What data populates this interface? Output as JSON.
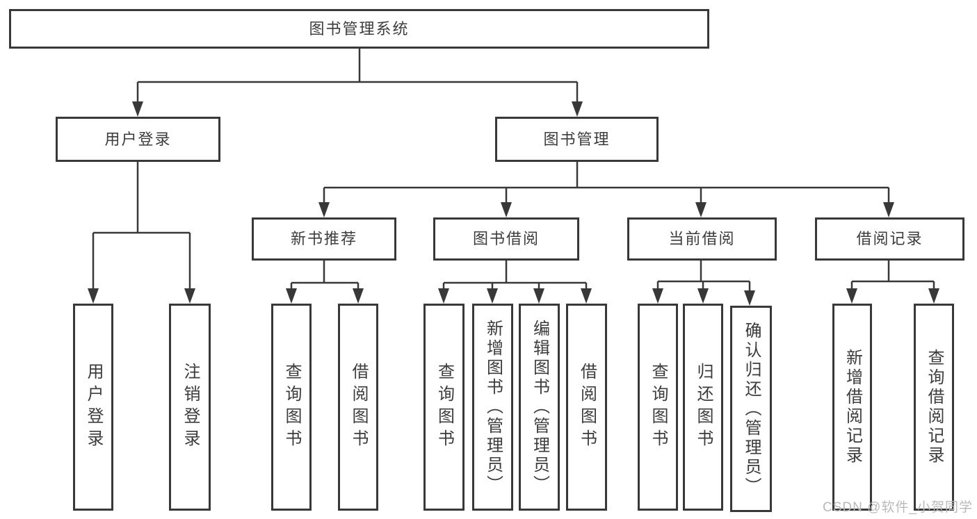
{
  "tree": {
    "root": {
      "label": "图书管理系统"
    },
    "level2": [
      {
        "label": "用户登录",
        "children": [
          {
            "label": "用户登录"
          },
          {
            "label": "注销登录"
          }
        ]
      },
      {
        "label": "图书管理",
        "children": [
          {
            "label": "新书推荐",
            "children": [
              {
                "label": "查询图书"
              },
              {
                "label": "借阅图书"
              }
            ]
          },
          {
            "label": "图书借阅",
            "children": [
              {
                "label": "查询图书"
              },
              {
                "label": "新增图书（管理员）"
              },
              {
                "label": "编辑图书（管理员）"
              },
              {
                "label": "借阅图书"
              }
            ]
          },
          {
            "label": "当前借阅",
            "children": [
              {
                "label": "查询图书"
              },
              {
                "label": "归还图书"
              },
              {
                "label": "确认归还（管理员）"
              }
            ]
          },
          {
            "label": "借阅记录",
            "children": [
              {
                "label": "新增借阅记录"
              },
              {
                "label": "查询借阅记录"
              }
            ]
          }
        ]
      }
    ]
  },
  "watermark": {
    "text": "CSDN @软件_小贺同学"
  },
  "colors": {
    "line": "#383838",
    "text": "#3c3c3c",
    "box_background": "#ffffff",
    "watermark": "#b9b9b9"
  }
}
